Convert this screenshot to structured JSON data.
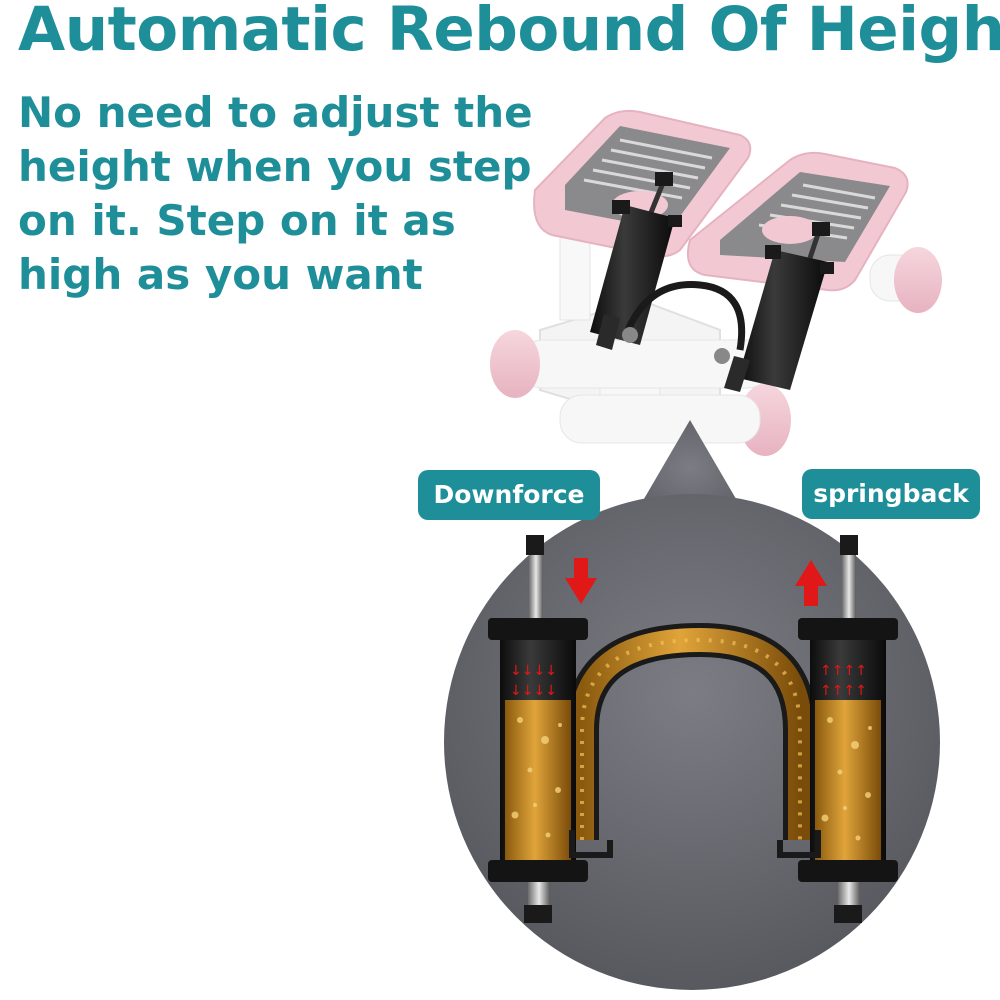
{
  "headline": "Automatic Rebound Of Height",
  "subtitle_lines": [
    "No need to adjust the",
    "height when you step",
    "on it. Step on it as",
    "high as you want"
  ],
  "labels": {
    "downforce": "Downforce",
    "springback": "springback"
  },
  "colors": {
    "accent": "#1e8e99",
    "stepper_body": "#f2c9d3",
    "circle_bg": "#6a6b72",
    "fluid": "#c98a1e",
    "arrow": "#e01818"
  }
}
